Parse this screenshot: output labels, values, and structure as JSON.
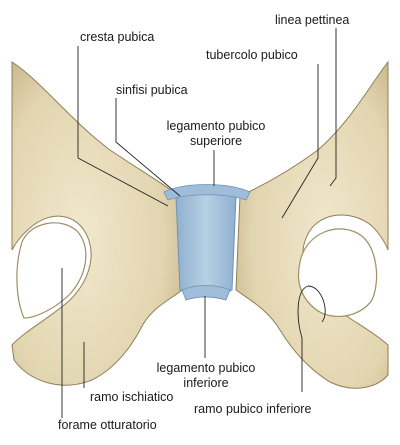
{
  "labels": {
    "cresta_pubica": "cresta pubica",
    "linea_pettinea": "linea pettinea",
    "tubercolo_pubico": "tubercolo pubico",
    "sinfisi_pubica": "sinfisi pubica",
    "legamento_pubico_superiore_1": "legamento pubico",
    "legamento_pubico_superiore_2": "superiore",
    "legamento_pubico_inferiore_1": "legamento pubico",
    "legamento_pubico_inferiore_2": "inferiore",
    "ramo_ischiatico": "ramo ischiatico",
    "ramo_pubico_inferiore": "ramo pubico inferiore",
    "forame_otturatorio": "forame otturatorio"
  },
  "colors": {
    "bone": "#e7dcbb",
    "bone_shadow": "#c9b98d",
    "bone_outline": "#8e7f5a",
    "cartilage": "#a9c4dc",
    "cartilage_dark": "#7d9fc0",
    "leader_line": "#222222"
  }
}
